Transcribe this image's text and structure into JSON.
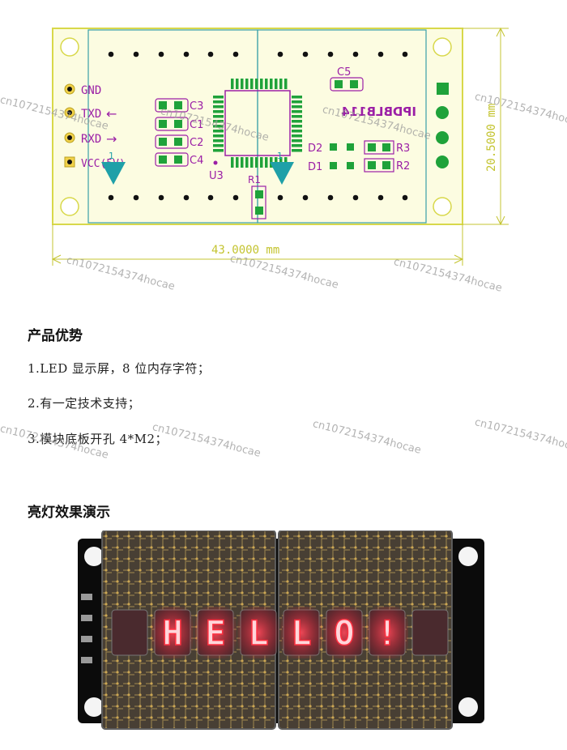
{
  "pcb": {
    "pin_labels": [
      "GND",
      "TXD",
      "RXD",
      "VCC(5V)"
    ],
    "arrows": [
      "←",
      "→"
    ],
    "components": {
      "c3": "C3",
      "c1": "C1",
      "c2": "C2",
      "c4": "C4",
      "c5": "C5",
      "u3": "U3",
      "r1": "R1",
      "d2": "D2",
      "d1": "D1",
      "r3": "R3",
      "r2": "R2",
      "board_name": "IPDBLB114",
      "pin1a": "1",
      "pin1b": "1"
    },
    "dim_width": "43.0000 mm",
    "dim_height": "20.5000 mm",
    "colors": {
      "silk": "#9b1fa6",
      "pad": "#1fa23a",
      "board": "#fcfce1",
      "outline": "#d8d84a",
      "dim": "#c4c430",
      "module": "#3aa0a8"
    }
  },
  "advantages": {
    "heading": "产品优势",
    "items": [
      "1.LED 显示屏，8 位内存字符；",
      "2.有一定技术支持；",
      "3.模块底板开孔 4*M2；"
    ]
  },
  "demo": {
    "heading": "亮灯效果演示",
    "display_text": [
      "H",
      "E",
      "L",
      "L",
      "O",
      "!"
    ]
  },
  "watermark": "cn1072154374hocae"
}
